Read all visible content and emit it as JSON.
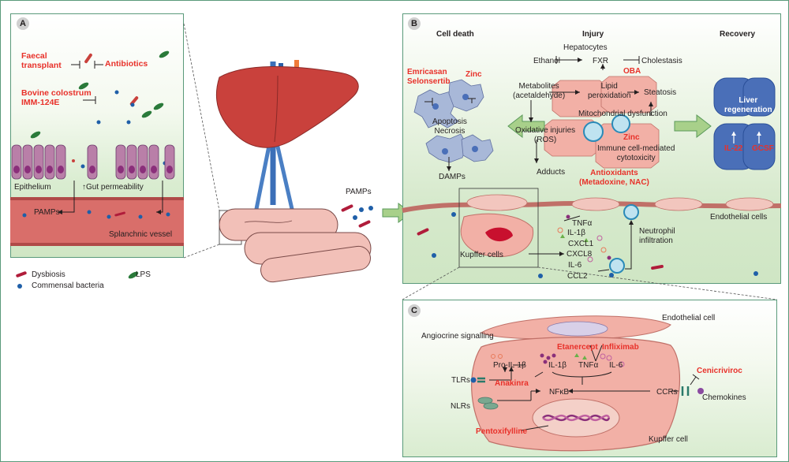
{
  "panel_a": {
    "letter": "A",
    "faecal_transplant": "Faecal\ntransplant",
    "antibiotics": "Antibiotics",
    "bovine": "Bovine colostrum\nIMM-124E",
    "epithelium": "Epithelium",
    "gut_perm": "↑Gut permeability",
    "pamps": "PAMPs",
    "splanchnic": "Splanchnic vessel"
  },
  "legend": {
    "dysbiosis": "Dysbiosis",
    "lps": "LPS",
    "commensal": "Commensal bacteria"
  },
  "pamps_center": "PAMPs",
  "panel_b": {
    "letter": "B",
    "cell_death": "Cell death",
    "injury": "Injury",
    "recovery": "Recovery",
    "hepatocytes": "Hepatocytes",
    "ethanol": "Ethanol",
    "fxr": "FXR",
    "cholestasis": "Cholestasis",
    "oba": "OBA",
    "emricasan": "Emricasan\nSelonsertib",
    "zinc1": "Zinc",
    "apoptosis": "Apoptosis\nNecrosis",
    "damps": "DAMPs",
    "metabolites": "Metabolites\n(acetaldehyde)",
    "lipid": "Lipid\nperoxidation",
    "steatosis": "Steatosis",
    "mito": "Mitochondrial dysfunction",
    "oxidative": "Oxidative injuries\n(ROS)",
    "zinc2": "Zinc",
    "immune": "Immune cell-mediated\ncytotoxicity",
    "adducts": "Adducts",
    "antioxidants": "Antioxidants\n(Metadoxine, NAC)",
    "liver_regen": "Liver\nregeneration",
    "il22": "IL-22",
    "gcsf": "GCSF",
    "endothelial": "Endothelial cells",
    "kupffer": "Kupffer cells",
    "tnfa": "TNFα",
    "il1b": "IL-1β",
    "cxcl1": "CXCL1",
    "cxcl8": "CXCL8",
    "il6": "IL-6",
    "ccl2": "CCL2",
    "neutrophil": "Neutrophil\ninfiltration"
  },
  "panel_c": {
    "letter": "C",
    "endothelial_cell": "Endothelial cell",
    "angiocrine": "Angiocrine signalling",
    "etanercept": "Etanercept",
    "infliximab": "Infliximab",
    "pro_il1b": "Pro-IL-1β",
    "il1b": "IL-1β",
    "tnfa": "TNFα",
    "il6": "IL-6",
    "tlrs": "TLRs",
    "anakinra": "Anakinra",
    "nfkb": "NFκB",
    "ccrs": "CCRs",
    "cenicriviroc": "Cenicriviroc",
    "chemokines": "Chemokines",
    "nlrs": "NLRs",
    "pentoxifylline": "Pentoxifylline",
    "kupffer_cell": "Kupffer cell"
  },
  "colors": {
    "red_text": "#e8312a",
    "cell_pink": "#f2b0a6",
    "liver_red": "#c9413c",
    "blue_cell": "#4a6fb8",
    "panel_green": "#d8ead0"
  }
}
